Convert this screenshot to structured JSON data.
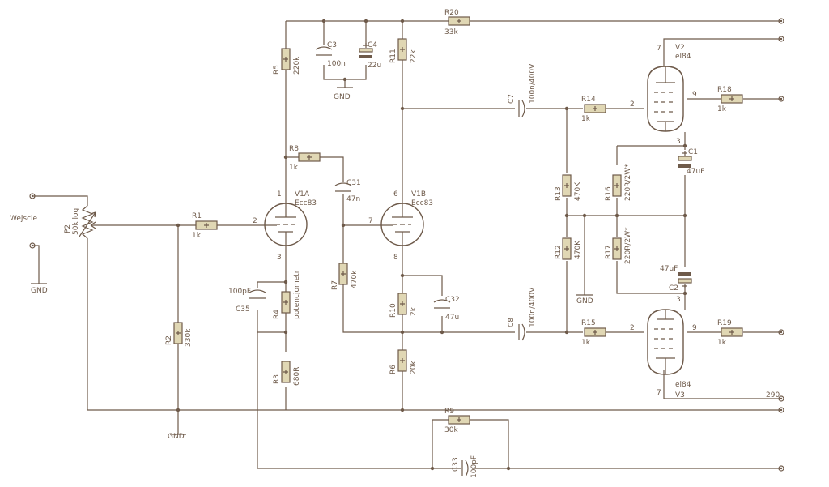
{
  "colors": {
    "wire": "#6e5a4a",
    "body": "#e0d7b4",
    "background": "#ffffff"
  },
  "labels": {
    "R20": "R20",
    "R20v": "33k",
    "C3": "C3",
    "C3v": "100n",
    "C4": "C4",
    "C4v": "22u",
    "GNDtop": "GND",
    "R5": "R5",
    "R5v": "220k",
    "R11": "R11",
    "R11v": "22k",
    "C7": "C7",
    "C7v": "100n/400V",
    "R14": "R14",
    "R14v": "1k",
    "V2": "V2",
    "V2v": "el84",
    "R18": "R18",
    "R18v": "1k",
    "R8": "R8",
    "R8v": "1k",
    "C31": "C31",
    "C31v": "47n",
    "V1A": "V1A",
    "V1Av": "Ecc83",
    "V1B": "V1B",
    "V1Bv": "Ecc83",
    "C1": "C1",
    "C1v": "47uF",
    "R16": "R16",
    "R16v": "220R/2W*",
    "R13": "R13",
    "R13v": "470K",
    "Wejscie": "Wejscie",
    "P2": "P2",
    "P2v": "50k log",
    "R1": "R1",
    "R1v": "1k",
    "R7": "R7",
    "R7v": "470k",
    "R12": "R12",
    "R12v": "470K",
    "R17": "R17",
    "R17v": "220R/2W*",
    "GNDin": "GND",
    "C35v": "100pF",
    "C35": "C35",
    "R4": "R4",
    "R4v": "potencjometr",
    "R10": "R10",
    "R10v": "2k",
    "C32": "C32",
    "C32v": "47u",
    "C2v": "47uF",
    "C2": "C2",
    "GNDmid": "GND",
    "C8": "C8",
    "C8v": "100n/400V",
    "R15": "R15",
    "R15v": "1k",
    "R19": "R19",
    "R19v": "1k",
    "R2": "R2",
    "R2v": "330k",
    "R3": "R3",
    "R3v": "680R",
    "R6": "R6",
    "R6v": "20k",
    "V3v": "el84",
    "V3": "V3",
    "B290": "290",
    "R9": "R9",
    "R9v": "30k",
    "GNDbot": "GND",
    "C33": "C33",
    "C33v": "100pF",
    "pin1": "1",
    "pin2a": "2",
    "pin3a": "3",
    "pin6": "6",
    "pin7a": "7",
    "pin8a": "8",
    "pin7": "7",
    "pin2b": "2",
    "pin9a": "9",
    "pin3b": "3",
    "pin3c": "3",
    "pin2c": "2",
    "pin9b": "9",
    "pin7c": "7"
  }
}
